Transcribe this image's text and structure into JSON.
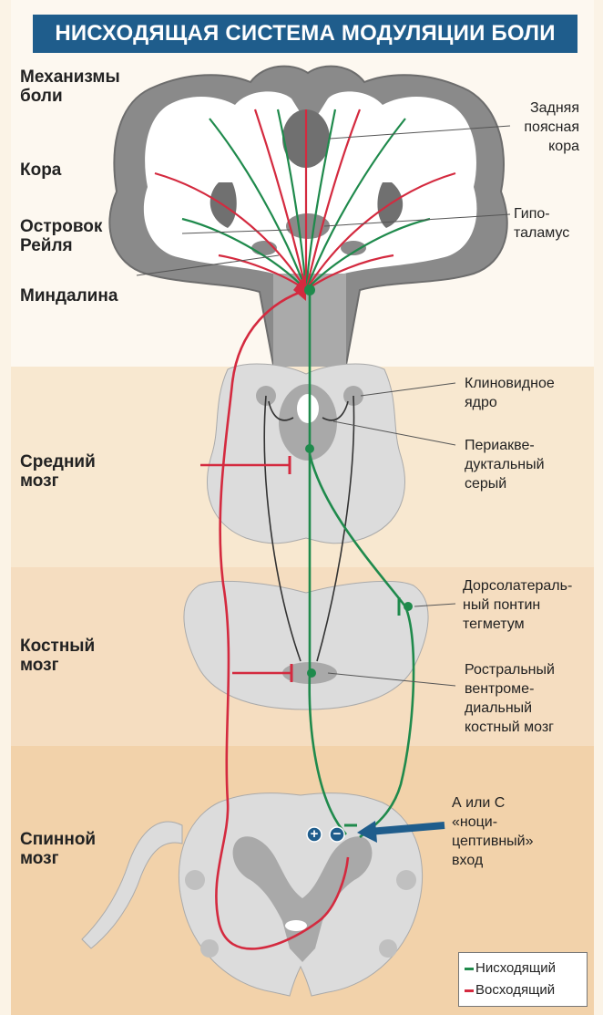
{
  "title": "НИСХОДЯЩАЯ СИСТЕМА МОДУЛЯЦИИ БОЛИ",
  "regions": {
    "mechanisms": "Механизмы\nболи",
    "cortex": "Кора",
    "insula": "Островок\nРейля",
    "amygdala": "Миндалина",
    "midbrain": "Средний\nмозг",
    "medulla": "Костный\nмозг",
    "spinal": "Спинной\nмозг"
  },
  "annotations": {
    "posterior_cingulate": "Задняя\nпоясная\nкора",
    "hypothalamus": "Гипо-\nталамус",
    "cuneiform": "Клиновидное\nядро",
    "pag": "Периакве-\nдуктальный\nсерый",
    "dlpt": "Дорсолатераль-\nный понтин\nтегметум",
    "rvm": "Ростральный\nвентроме-\nдиальный\nкостный мозг",
    "input": "А или С\n«ноци-\nцептивный»\nвход"
  },
  "legend": {
    "descending": "Нисходящий",
    "ascending": "Восходящий"
  },
  "colors": {
    "descending": "#1f8a4c",
    "ascending": "#d42a3f",
    "title_bg": "#1f5d8c",
    "arrow": "#1f5d8c"
  },
  "icons": {
    "plus": "+",
    "minus": "−"
  }
}
